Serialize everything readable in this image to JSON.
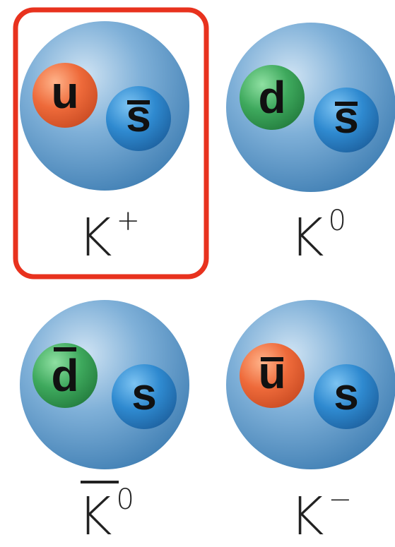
{
  "particles": [
    {
      "id": "k-plus",
      "label": "K",
      "sup": "+",
      "bar_on_label": false,
      "highlighted": true,
      "quarks": [
        {
          "letter": "u",
          "antiquark": false,
          "color": "orange"
        },
        {
          "letter": "s",
          "antiquark": true,
          "color": "blue"
        }
      ]
    },
    {
      "id": "k-zero",
      "label": "K",
      "sup": "0",
      "bar_on_label": false,
      "highlighted": false,
      "quarks": [
        {
          "letter": "d",
          "antiquark": false,
          "color": "green"
        },
        {
          "letter": "s",
          "antiquark": true,
          "color": "blue"
        }
      ]
    },
    {
      "id": "anti-k-zero",
      "label": "K",
      "sup": "0",
      "bar_on_label": true,
      "highlighted": false,
      "quarks": [
        {
          "letter": "d",
          "antiquark": true,
          "color": "green"
        },
        {
          "letter": "s",
          "antiquark": false,
          "color": "blue"
        }
      ]
    },
    {
      "id": "k-minus",
      "label": "K",
      "sup": "−",
      "bar_on_label": false,
      "highlighted": false,
      "quarks": [
        {
          "letter": "u",
          "antiquark": true,
          "color": "orange"
        },
        {
          "letter": "s",
          "antiquark": false,
          "color": "blue"
        }
      ]
    }
  ],
  "colors": {
    "highlight": "#e8321e",
    "orange": "#e8683a",
    "green": "#3a9a55",
    "blue": "#2f86c9",
    "hadron": "#5f9bc8",
    "ink": "#111111"
  }
}
